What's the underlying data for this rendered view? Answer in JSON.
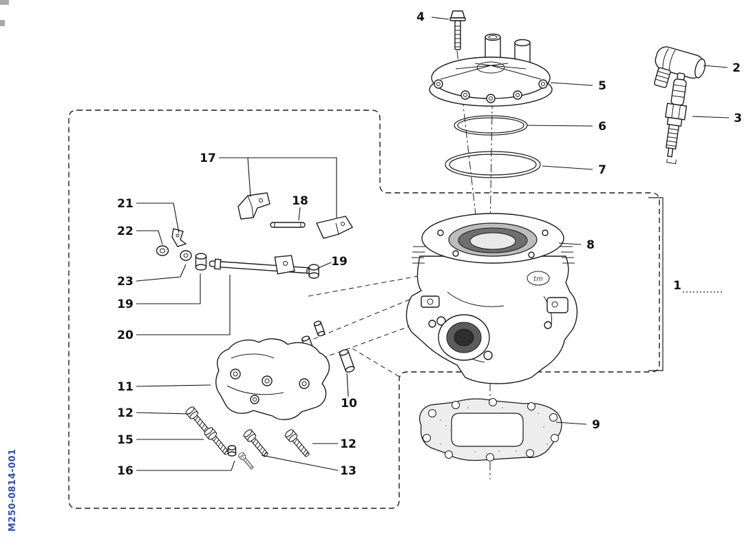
{
  "page": {
    "background": "#ffffff",
    "doc_code": "M250-0814-001"
  },
  "colors": {
    "line": "#1a1a1a",
    "doc_code_blue": "#2b4fc0",
    "bore_gray": "#6f6f6f",
    "bore_light": "#bdbdbd",
    "gasket_gray": "#ededed",
    "port_dark": "#3a3a3a"
  },
  "callouts": {
    "c1": "1",
    "c2": "2",
    "c3": "3",
    "c4": "4",
    "c5": "5",
    "c6": "6",
    "c7": "7",
    "c8": "8",
    "c9": "9",
    "c10": "10",
    "c11": "11",
    "c12a": "12",
    "c12b": "12",
    "c13": "13",
    "c15": "15",
    "c16": "16",
    "c17": "17",
    "c18": "18",
    "c19a": "19",
    "c19b": "19",
    "c20": "20",
    "c21": "21",
    "c22": "22",
    "c23": "23"
  },
  "parts": {
    "cylinder_logo": "tm"
  }
}
